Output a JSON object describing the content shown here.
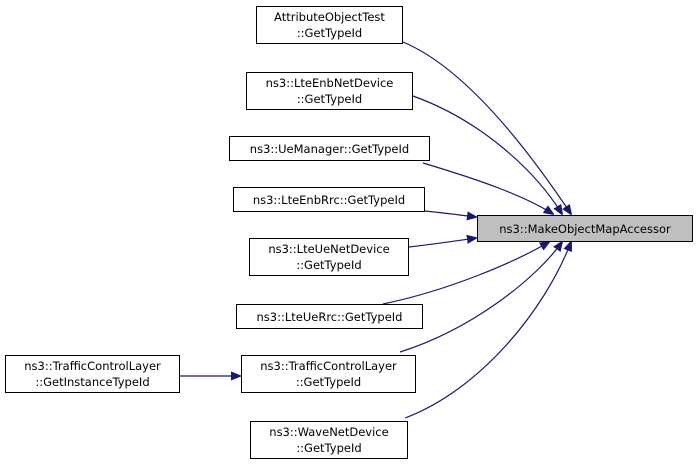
{
  "diagram": {
    "focus_node": {
      "lines": [
        "ns3::MakeObjectMapAccessor"
      ]
    },
    "caller_nodes": [
      {
        "id": "attributeobjecttest",
        "lines": [
          "AttributeObjectTest",
          "::GetTypeId"
        ]
      },
      {
        "id": "lteenbnetdevice",
        "lines": [
          "ns3::LteEnbNetDevice",
          "::GetTypeId"
        ]
      },
      {
        "id": "uemanager",
        "lines": [
          "ns3::UeManager::GetTypeId"
        ]
      },
      {
        "id": "lteenbrrc",
        "lines": [
          "ns3::LteEnbRrc::GetTypeId"
        ]
      },
      {
        "id": "lteuenetdevice",
        "lines": [
          "ns3::LteUeNetDevice",
          "::GetTypeId"
        ]
      },
      {
        "id": "lteuerrc",
        "lines": [
          "ns3::LteUeRrc::GetTypeId"
        ]
      },
      {
        "id": "trafficcontrollayer",
        "lines": [
          "ns3::TrafficControlLayer",
          "::GetTypeId"
        ]
      },
      {
        "id": "wavenetdevice",
        "lines": [
          "ns3::WaveNetDevice",
          "::GetTypeId"
        ]
      }
    ],
    "secondary_nodes": [
      {
        "id": "trafficcontrollayer-instance",
        "lines": [
          "ns3::TrafficControlLayer",
          "::GetInstanceTypeId"
        ]
      }
    ],
    "colors": {
      "edge": "#191970",
      "focus_fill": "#bfbfbf",
      "node_border": "#000000",
      "node_fill": "#ffffff"
    }
  }
}
